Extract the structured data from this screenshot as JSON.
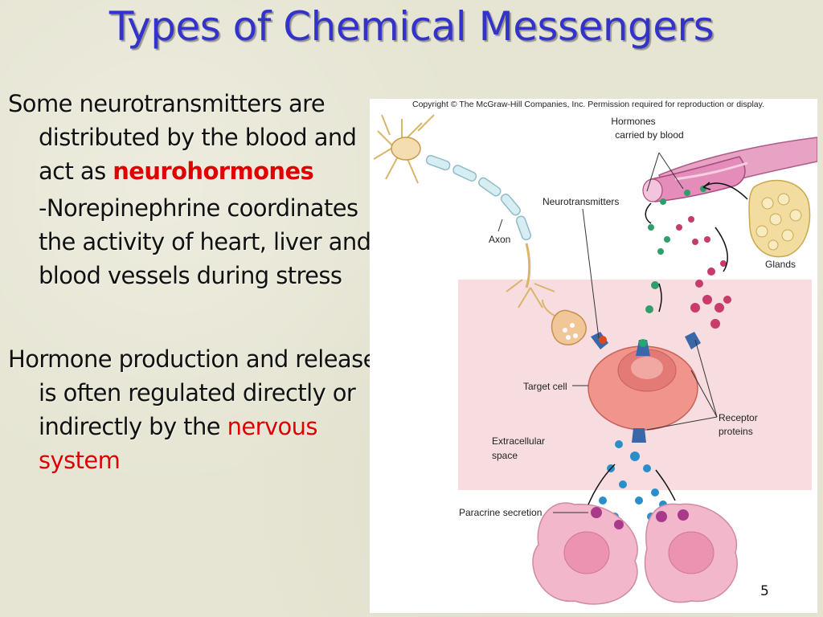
{
  "slide": {
    "title": "Types of Chemical Messengers",
    "page_number": "5"
  },
  "text": {
    "p1_a": "Some neurotransmitters are distributed by the blood and act as",
    "p1_term": "neurohormones",
    "p1_sub": "-Norepinephrine coordinates the activity of heart, liver and blood vessels during stress",
    "p2_a": "Hormone production and release is often regulated directly or indirectly by the",
    "p2_term": "nervous system"
  },
  "figure": {
    "copyright": "Copyright © The McGraw-Hill Companies, Inc. Permission required for reproduction or display.",
    "label_hormones_1": "Hormones",
    "label_hormones_2": "carried by blood",
    "label_neurotransmitters": "Neurotransmitters",
    "label_axon": "Axon",
    "label_glands": "Glands",
    "label_target_cell": "Target cell",
    "label_receptor_1": "Receptor",
    "label_receptor_2": "proteins",
    "label_extracellular_1": "Extracellular",
    "label_extracellular_2": "space",
    "label_paracrine": "Paracrine secretion"
  },
  "colors": {
    "title": "#3333cc",
    "emphasis": "#e00000",
    "background": "#e6e5d3"
  }
}
